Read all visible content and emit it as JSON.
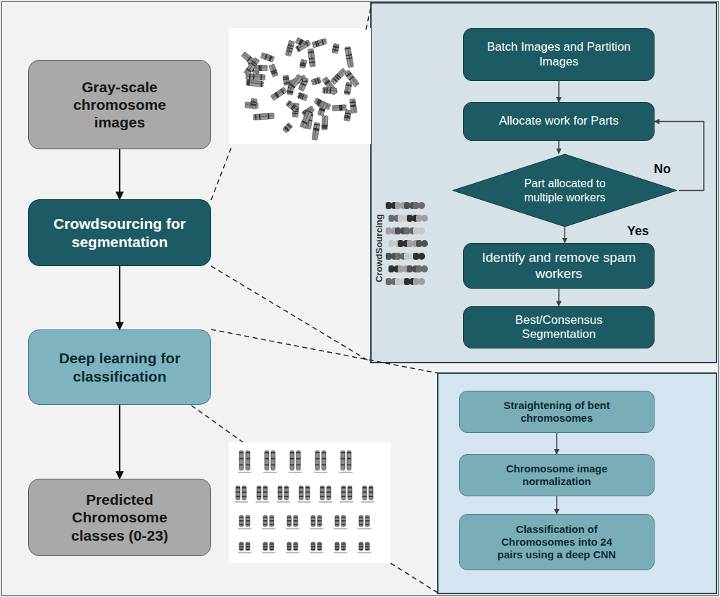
{
  "diagram": {
    "nodes": [
      {
        "text": [
          "Gray-scale chromosome images"
        ]
      },
      {
        "text": [
          "Crowdsourcing for segmentation"
        ]
      },
      {
        "text": [
          "Deep learning for classification"
        ]
      },
      {
        "text": [
          "Predicted Chromosome classes (0-23)"
        ]
      },
      {
        "text": [
          "Batch Images and Partition Images"
        ]
      },
      {
        "text": [
          "Allocate work for Parts"
        ]
      },
      {
        "text": [
          "Part allocated to multiple workers"
        ]
      },
      {
        "text": [
          "Identify and remove spam workers"
        ]
      },
      {
        "text": [
          "Best/Consensus Segmentation"
        ]
      },
      {
        "text": [
          "Straightening of bent chromosomes"
        ]
      },
      {
        "text": [
          "Chromosome image normalization"
        ]
      },
      {
        "text": [
          "Classification of Chromosomes into 24 pairs using a deep CNN"
        ]
      }
    ],
    "edges": [
      {
        "from": 0,
        "to": 1,
        "arrow": "to"
      },
      {
        "from": 1,
        "to": 2,
        "arrow": "to"
      },
      {
        "from": 2,
        "to": 3,
        "arrow": "to"
      },
      {
        "from": 4,
        "to": 5,
        "arrow": "to"
      },
      {
        "from": 5,
        "to": 6,
        "arrow": "to"
      },
      {
        "from": 6,
        "to": 5,
        "label": "No",
        "arrow": "to"
      },
      {
        "from": 6,
        "to": 7,
        "label": "Yes",
        "arrow": "to"
      },
      {
        "from": 7,
        "to": 8,
        "arrow": "to"
      },
      {
        "from": 9,
        "to": 10,
        "arrow": "to"
      },
      {
        "from": 10,
        "to": 11,
        "arrow": "to"
      }
    ],
    "labels": [
      "CrowdSourcing"
    ]
  }
}
